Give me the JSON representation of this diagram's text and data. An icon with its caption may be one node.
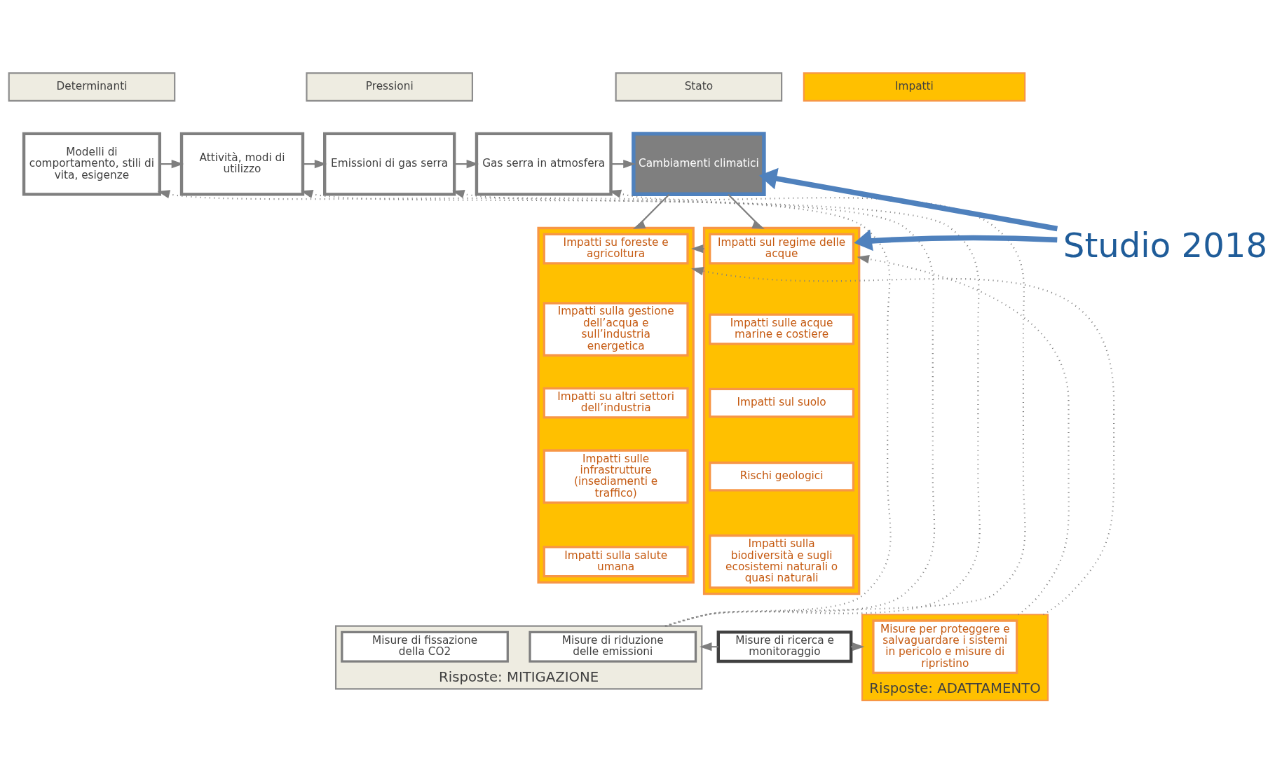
{
  "diagram": {
    "nodes": [
      {
        "text": [
          "Determinanti"
        ]
      },
      {
        "text": [
          "Pressioni"
        ]
      },
      {
        "text": [
          "Stato"
        ]
      },
      {
        "text": [
          "Impatti"
        ]
      },
      {
        "text": [
          "Modelli di comportamento, stili di vita, esigenze"
        ]
      },
      {
        "text": [
          "Attività, modi di utilizzo"
        ]
      },
      {
        "text": [
          "Emissioni di gas serra"
        ]
      },
      {
        "text": [
          "Gas serra in atmosfera"
        ]
      },
      {
        "text": [
          "Cambiamenti climatici"
        ]
      },
      {
        "text": [],
        "shape": "box"
      },
      {
        "text": [
          "Impatti sul regime delle acque"
        ],
        "in": 9
      },
      {
        "text": [
          "Impatti sulle acque marine e costiere"
        ],
        "in": 9
      },
      {
        "text": [
          "Impatti sul suolo"
        ],
        "in": 9
      },
      {
        "text": [
          "Rischi geologici"
        ],
        "in": 9
      },
      {
        "text": [
          "Impatti sulla biodiversità e sugli ecosistemi naturali o quasi naturali"
        ],
        "in": 9
      },
      {
        "text": [],
        "shape": "box"
      },
      {
        "text": [
          "Impatti su foreste e agricoltura"
        ],
        "in": 15
      },
      {
        "text": [
          "Impatti sulla gestione dell’acqua e sull’industria energetica"
        ],
        "in": 15
      },
      {
        "text": [
          "Impatti su altri settori dell’industria"
        ],
        "in": 15
      },
      {
        "text": [
          "Impatti sulle infrastrutture (insediamenti e traffico)"
        ],
        "in": 15
      },
      {
        "text": [
          "Impatti sulla salute umana"
        ],
        "in": 15
      },
      {
        "text": [
          "Risposte: MITIGAZIONE"
        ]
      },
      {
        "text": [
          "Misure di riduzione delle emissioni"
        ],
        "in": 21
      },
      {
        "text": [
          "Misure di fissazione della CO2"
        ],
        "in": 21
      },
      {
        "text": [
          "Misure di ricerca e monitoraggio"
        ]
      },
      {
        "text": [
          "Risposte: ADATTAMENTO"
        ]
      },
      {
        "text": [
          "Misure per proteggere e salvaguardare i sistemi in pericolo e misure di ripristino"
        ],
        "in": 25
      },
      {
        "text": [
          "Studio 2018"
        ]
      }
    ],
    "edges": [
      {
        "from": 4,
        "to": 5,
        "arrow": "to"
      },
      {
        "from": 5,
        "to": 6,
        "arrow": "to"
      },
      {
        "from": 6,
        "to": 7,
        "arrow": "to"
      },
      {
        "from": 7,
        "to": 8,
        "arrow": "to"
      },
      {
        "from": 8,
        "to": 9,
        "arrow": "to"
      },
      {
        "from": 8,
        "to": 15,
        "arrow": "to"
      },
      {
        "from": 9,
        "to": 15,
        "arrow": "to"
      },
      {
        "from": 21,
        "to": 4,
        "arrow": "to",
        "style": "dashed"
      },
      {
        "from": 21,
        "to": 5,
        "arrow": "to",
        "style": "dashed"
      },
      {
        "from": 21,
        "to": 6,
        "arrow": "to",
        "style": "dashed"
      },
      {
        "from": 21,
        "to": 7,
        "arrow": "to",
        "style": "dashed"
      },
      {
        "from": 24,
        "to": 21,
        "arrow": "to"
      },
      {
        "from": 24,
        "to": 25,
        "arrow": "to"
      },
      {
        "from": 25,
        "to": 9,
        "arrow": "to",
        "style": "dashed"
      },
      {
        "from": 25,
        "to": 15,
        "arrow": "to",
        "style": "dashed"
      },
      {
        "from": 27,
        "to": 8,
        "arrow": "to",
        "style": "thick",
        "color": "#4f81bd"
      },
      {
        "from": 27,
        "to": 9,
        "arrow": "to",
        "style": "thick",
        "color": "#4f81bd"
      }
    ]
  }
}
